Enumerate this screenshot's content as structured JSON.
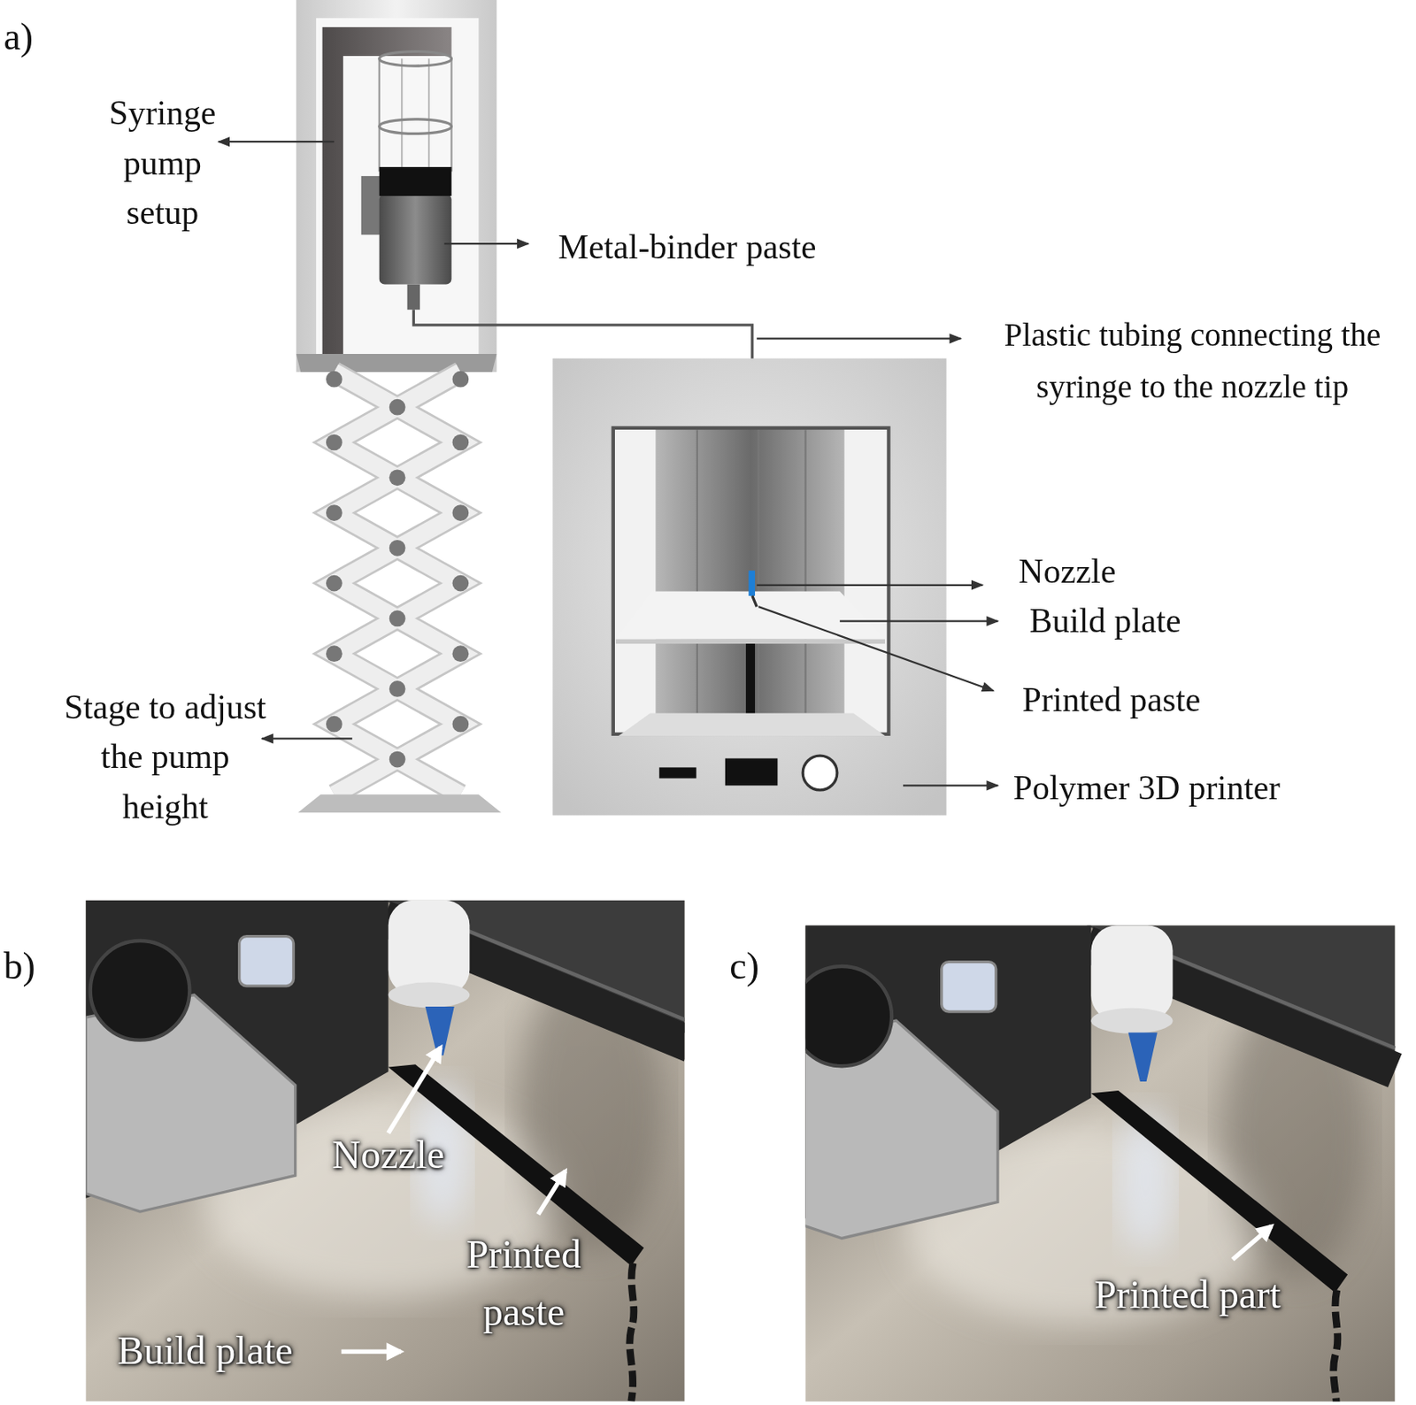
{
  "diagram": {
    "labels": [
      "a)",
      "Syringe pump setup",
      "Metal-binder paste",
      "Plastic tubing connecting the syringe to the nozzle tip",
      "Nozzle",
      "Build plate",
      "Printed paste",
      "Polymer 3D printer",
      "Stage to adjust the pump height",
      "b)",
      "c)",
      "Nozzle",
      "Printed paste",
      "Build plate",
      "Printed part"
    ]
  }
}
